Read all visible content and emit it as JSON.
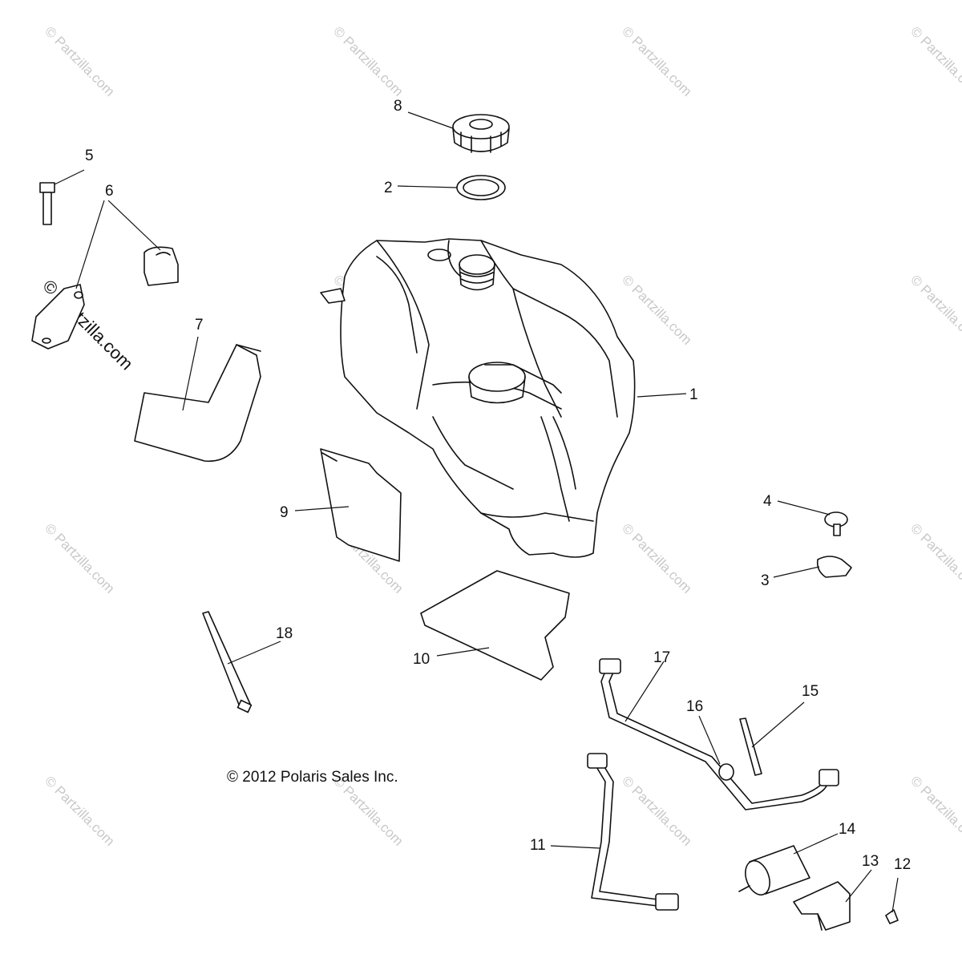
{
  "callouts": {
    "c1": "1",
    "c2": "2",
    "c3": "3",
    "c4": "4",
    "c5": "5",
    "c6": "6",
    "c7": "7",
    "c8": "8",
    "c9": "9",
    "c10": "10",
    "c11": "11",
    "c12": "12",
    "c13": "13",
    "c14": "14",
    "c15": "15",
    "c16": "16",
    "c17": "17",
    "c18": "18"
  },
  "copyright": "© 2012 Polaris Sales Inc.",
  "watermark": "© Partzilla.com"
}
